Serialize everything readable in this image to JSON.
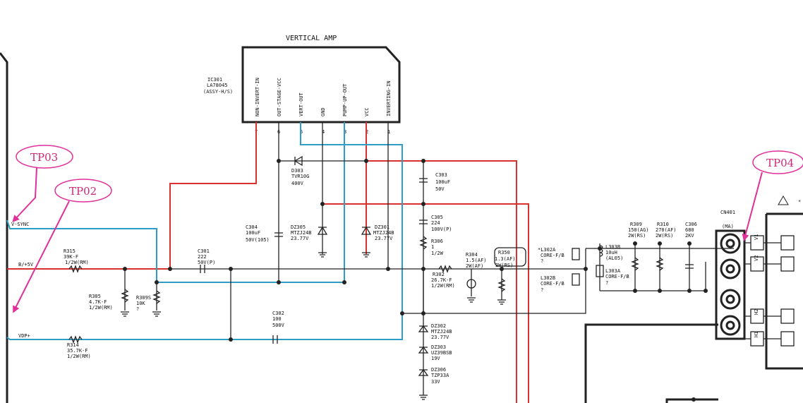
{
  "title": "VERTICAL AMP",
  "ic": {
    "ref": "IC301",
    "part": "LA78045",
    "assy": "(ASSY-H/S)"
  },
  "pins": [
    {
      "num": "7",
      "label": "NON-INVERT-IN"
    },
    {
      "num": "6",
      "label": "OUT-STAGE-VCC"
    },
    {
      "num": "5",
      "label": "VERT-OUT"
    },
    {
      "num": "4",
      "label": "GND"
    },
    {
      "num": "3",
      "label": "PUMP-UP-OUT"
    },
    {
      "num": "2",
      "label": "VCC"
    },
    {
      "num": "1",
      "label": "INVERTING-IN"
    }
  ],
  "test_points": [
    "TP03",
    "TP02",
    "TP04"
  ],
  "signals": [
    "V-SYNC",
    "B/+5V",
    "VDP+"
  ],
  "components": {
    "d303": [
      "D303",
      "TVR10G",
      "400V"
    ],
    "c303": [
      "C303",
      "100uF",
      "50V"
    ],
    "c304": [
      "C304",
      "100uF",
      "50V(105)"
    ],
    "dz305": [
      "DZ305",
      "MTZJ24B",
      "23.77V"
    ],
    "dz301": [
      "DZ301",
      "MTZJ24B",
      "23.77V"
    ],
    "c305": [
      "C305",
      "224",
      "100V(P)"
    ],
    "r306": [
      "R306",
      "1",
      "1/2W"
    ],
    "r315": [
      "R315",
      "39K-F",
      "1/2W(RM)"
    ],
    "c301": [
      "C301",
      "222",
      "50V(P)"
    ],
    "r305": [
      "R305",
      "4.7K-F",
      "1/2W(RM)"
    ],
    "r309s": [
      "R309S",
      "10K",
      "?"
    ],
    "r304": [
      "R304",
      "1.5(AF)",
      "2W(AF)"
    ],
    "r350": [
      "R350",
      "1.3(AF)",
      "2W(RS)"
    ],
    "r302": [
      "R302",
      "26.7K-F",
      "1/2W(RM)"
    ],
    "c302": [
      "C302",
      "100",
      "500V"
    ],
    "r314": [
      "R314",
      "35.7K-F",
      "1/2W(RM)"
    ],
    "dz302": [
      "DZ302",
      "MTZJ24B",
      "23.77V"
    ],
    "dz303": [
      "DZ303",
      "UZ39BSB",
      "19V"
    ],
    "dz306": [
      "DZ306",
      "TZP33A",
      "33V"
    ],
    "l302a": [
      "*L302A",
      "CORE-F/B",
      "?"
    ],
    "l302b": [
      "L302B",
      "CORE-F/B",
      "?"
    ],
    "l303b": [
      "L303B",
      "10uH",
      "(AL05)"
    ],
    "l303a": [
      "L303A",
      "CORE-F/B",
      "?"
    ],
    "r309": [
      "R309",
      "150(AG)",
      "2W(RS)"
    ],
    "r310": [
      "R310",
      "270(AF)",
      "2W(RS)"
    ],
    "c306": [
      "C306",
      "680",
      "2KV"
    ],
    "cn401": [
      "CN401",
      "(MA)"
    ]
  },
  "connector_pins": [
    "V1",
    "V2",
    "H2",
    "H1"
  ],
  "colors": {
    "red": "#d9312e",
    "blue": "#2e9ec6",
    "black": "#222222",
    "pink": "#d0257a"
  }
}
